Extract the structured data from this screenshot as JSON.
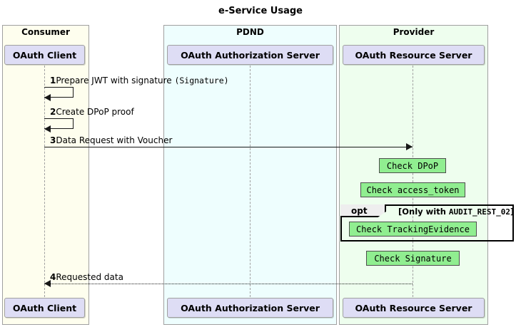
{
  "diagram": {
    "title": "e-Service Usage",
    "type": "uml-sequence-diagram"
  },
  "groups": [
    {
      "name": "Consumer",
      "label": "Consumer",
      "fill": "#FEFEEE"
    },
    {
      "name": "PDND",
      "label": "PDND",
      "fill": "#EEFEFE"
    },
    {
      "name": "Provider",
      "label": "Provider",
      "fill": "#EEFEEE"
    }
  ],
  "participants": [
    {
      "name": "oauth-client",
      "label": "OAuth Client",
      "fill": "#DEDDF5"
    },
    {
      "name": "oauth-authorization-server",
      "label": "OAuth Authorization Server",
      "fill": "#DEDDF5"
    },
    {
      "name": "oauth-resource-server",
      "label": "OAuth Resource Server",
      "fill": "#DEDDF5"
    }
  ],
  "messages": [
    {
      "number": "1",
      "text": "Prepare JWT with signature ",
      "mono": "(Signature)",
      "kind": "self",
      "from": "oauth-client",
      "to": "oauth-client"
    },
    {
      "number": "2",
      "text": "Create DPoP proof",
      "mono": "",
      "kind": "self",
      "from": "oauth-client",
      "to": "oauth-client"
    },
    {
      "number": "3",
      "text": "Data Request with Voucher",
      "mono": "",
      "kind": "sync",
      "from": "oauth-client",
      "to": "oauth-resource-server"
    },
    {
      "number": "4",
      "text": "Requested data",
      "mono": "",
      "kind": "return",
      "from": "oauth-resource-server",
      "to": "oauth-client"
    }
  ],
  "notes": [
    {
      "name": "check-dpop",
      "label": "Check DPoP",
      "fill": "#90EE90"
    },
    {
      "name": "check-access-token",
      "label": "Check access_token",
      "fill": "#90EE90"
    },
    {
      "name": "check-tracking-evidence",
      "label": "Check TrackingEvidence",
      "fill": "#90EE90"
    },
    {
      "name": "check-signature",
      "label": "Check Signature",
      "fill": "#90EE90"
    }
  ],
  "fragment": {
    "operator": "opt",
    "condition_prefix": "[Only with ",
    "condition_code": "AUDIT_REST_02",
    "condition_suffix": "]"
  }
}
